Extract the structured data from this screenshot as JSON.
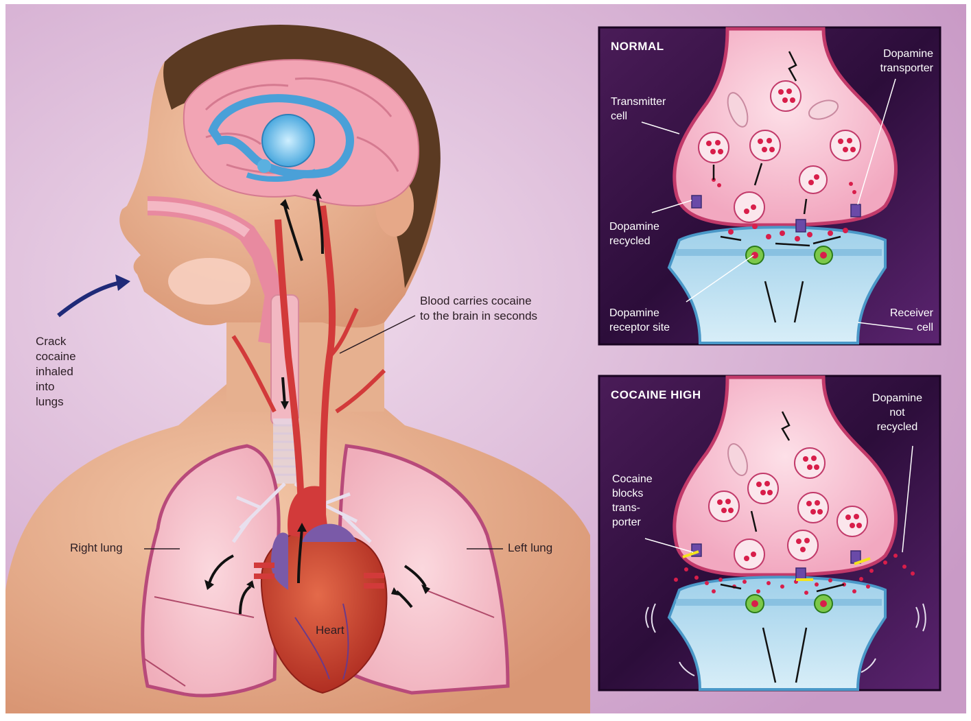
{
  "labels": {
    "crack_cocaine": "Crack\ncocaine\ninhaled\ninto\nlungs",
    "blood_carries": "Blood carries cocaine\nto the brain in seconds",
    "right_lung": "Right lung",
    "left_lung": "Left lung",
    "heart": "Heart"
  },
  "normal_panel": {
    "title": "NORMAL",
    "transmitter_cell": "Transmitter\ncell",
    "dopamine_transporter": "Dopamine\ntransporter",
    "dopamine_recycled": "Dopamine\nrecycled",
    "dopamine_receptor_site": "Dopamine\nreceptor site",
    "receiver_cell": "Receiver\ncell"
  },
  "cocaine_panel": {
    "title": "COCAINE HIGH",
    "dopamine_not_recycled": "Dopamine\nnot\nrecycled",
    "cocaine_blocks": "Cocaine\nblocks\ntrans-\nporter"
  },
  "colors": {
    "background": "#dcc0dc",
    "panel": "#3a1648",
    "brain": "#f2a4b4",
    "artery": "#d23a3a",
    "lung": "#f5c2ca",
    "receiver": "#bfe0f0",
    "dopamine": "#d81e4a"
  }
}
